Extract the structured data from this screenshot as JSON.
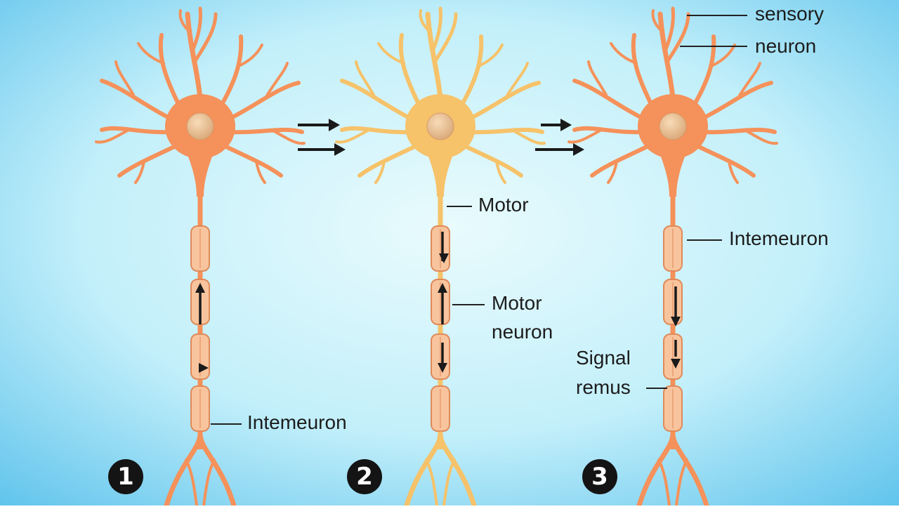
{
  "colors": {
    "background_light": "#e9fbfd",
    "background_edge": "#5fc3ec",
    "neuron_orange": "#f5915a",
    "neuron_yellow": "#f6c26a",
    "nucleus": "#f0c79a",
    "myelin": "#f8c49d",
    "myelin_stroke": "#e08a5a",
    "arrow": "#1a1a1a"
  },
  "labels": {
    "sensory": "sensory",
    "neuron_top": "neuron",
    "motor": "Motor",
    "interneuron_right": "Intemeuron",
    "motor_neuron_line1": "Motor",
    "motor_neuron_line2": "neuron",
    "signal_line1": "Signal",
    "signal_line2": "remus",
    "interneuron_left": "Intemeuron"
  },
  "steps": [
    "1",
    "2",
    "3"
  ],
  "step_arrows": [
    {
      "name": "step-arrows-1-to-2",
      "count": 2
    },
    {
      "name": "step-arrows-2-to-3",
      "count": 2
    }
  ],
  "neurons": [
    {
      "name": "neuron-1",
      "color": "orange"
    },
    {
      "name": "neuron-2",
      "color": "yellow"
    },
    {
      "name": "neuron-3",
      "color": "orange"
    }
  ]
}
